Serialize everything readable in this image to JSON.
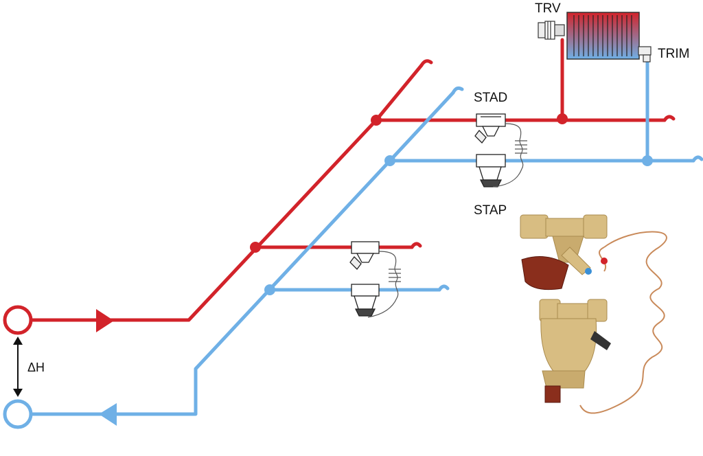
{
  "labels": {
    "trv": "TRV",
    "trim": "TRIM",
    "stad": "STAD",
    "stap": "STAP",
    "delta_h": "ΔH"
  },
  "colors": {
    "supply": "#d2232a",
    "return": "#6fb0e6",
    "outline": "#222222",
    "brass": "#d8bd82",
    "brass_dark": "#a98a4d",
    "handwheel": "#8a2e1c",
    "copper": "#c98a5a"
  },
  "icons": {
    "radiator": "radiator-icon",
    "valve": "balancing-valve-icon",
    "photo": "valve-photo-icon"
  }
}
